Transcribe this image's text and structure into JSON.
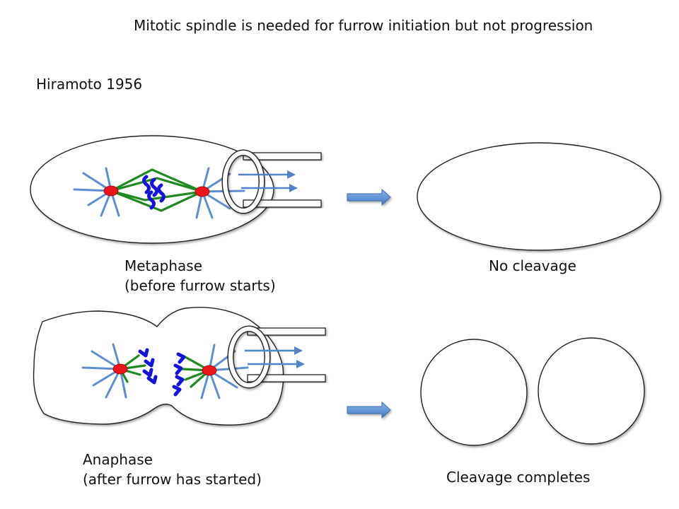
{
  "title": "Mitotic spindle is needed for furrow initiation but not progression",
  "citation": "Hiramoto 1956",
  "experiment_metaphase": {
    "label_line1": "Metaphase",
    "label_line2": "(before furrow starts)",
    "result": "No cleavage"
  },
  "experiment_anaphase": {
    "label_line1": "Anaphase",
    "label_line2": "(after furrow has started)",
    "result": "Cleavage completes"
  },
  "colors": {
    "centrosome": "#e8151b",
    "spindle": "#1f8a1f",
    "astral": "#5b8fd0",
    "chromosome": "#1414d8",
    "arrow_fill": "#5d95dc",
    "outline": "#222222"
  },
  "icons": [
    "centrosome-dot",
    "micropipette",
    "suction-arrow",
    "result-arrow"
  ]
}
